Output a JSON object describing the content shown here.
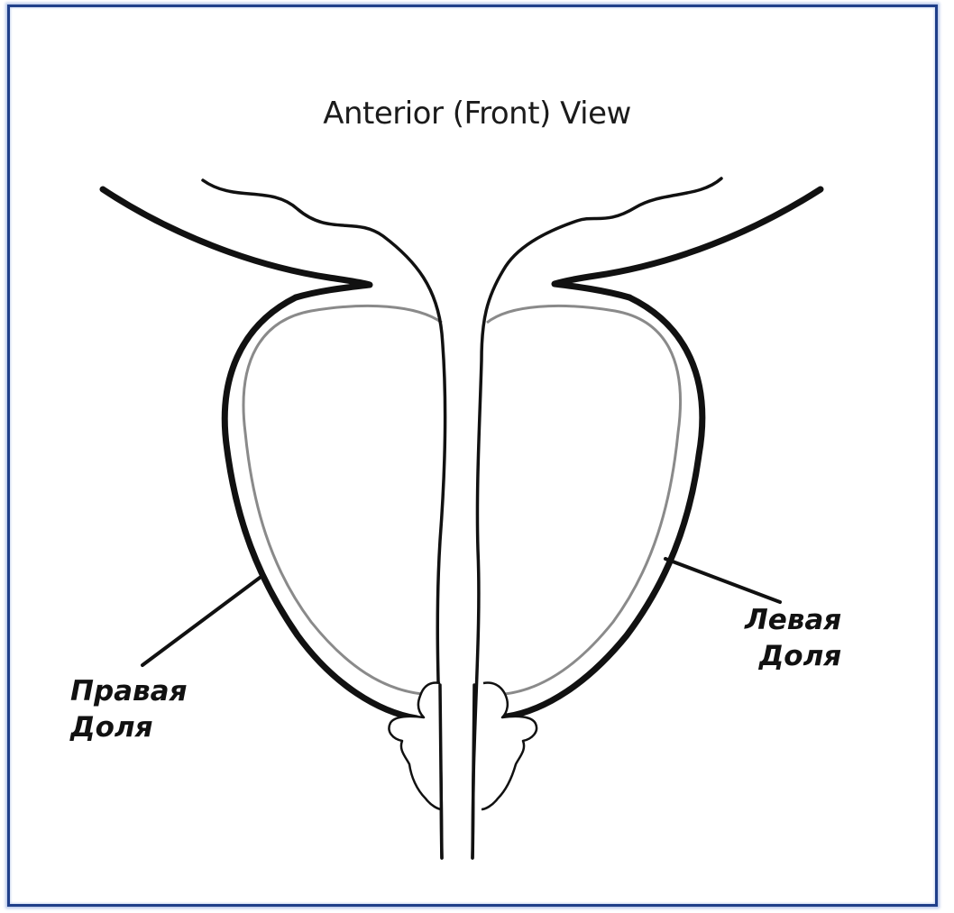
{
  "title": "Anterior (Front) View",
  "labels": {
    "right_lobe": {
      "line1": "Правая",
      "line2": "Доля"
    },
    "left_lobe": {
      "line1": "Левая",
      "line2": "Доля"
    }
  },
  "colors": {
    "frame_border": "#1f3f8a",
    "outline": "#111111",
    "inner_contour": "#8a8a8a",
    "background": "#ffffff"
  }
}
